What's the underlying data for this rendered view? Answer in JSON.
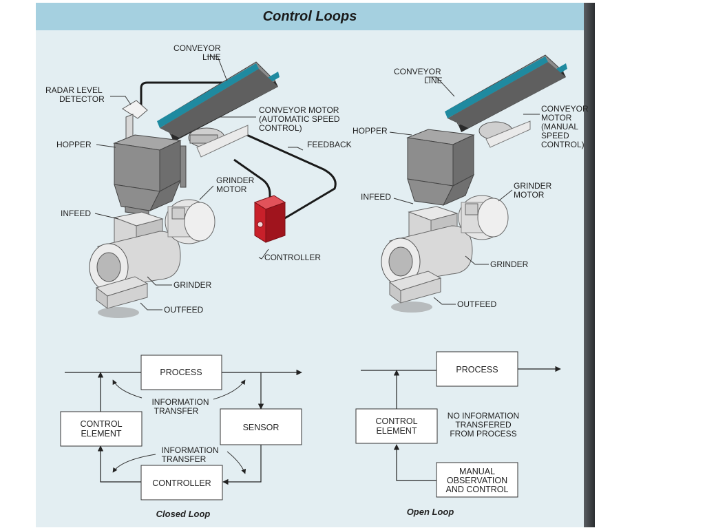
{
  "title": "Control Loops",
  "closed_loop_illustration": {
    "conveyor_line": [
      "CONVEYOR",
      "LINE"
    ],
    "radar_level_detector": [
      "RADAR LEVEL",
      "DETECTOR"
    ],
    "conveyor_motor": [
      "CONVEYOR MOTOR",
      "(AUTOMATIC SPEED",
      "CONTROL)"
    ],
    "feedback": "FEEDBACK",
    "hopper": "HOPPER",
    "grinder_motor": [
      "GRINDER",
      "MOTOR"
    ],
    "infeed": "INFEED",
    "controller": "CONTROLLER",
    "grinder": "GRINDER",
    "outfeed": "OUTFEED"
  },
  "open_loop_illustration": {
    "conveyor_line": [
      "CONVEYOR",
      "LINE"
    ],
    "conveyor_motor": [
      "CONVEYOR",
      "MOTOR",
      "(MANUAL",
      "SPEED",
      "CONTROL)"
    ],
    "hopper": "HOPPER",
    "infeed": "INFEED",
    "grinder_motor": [
      "GRINDER",
      "MOTOR"
    ],
    "grinder": "GRINDER",
    "outfeed": "OUTFEED"
  },
  "closed_loop_diagram": {
    "process": "PROCESS",
    "control_element": [
      "CONTROL",
      "ELEMENT"
    ],
    "sensor": "SENSOR",
    "controller": "CONTROLLER",
    "information_transfer_top": [
      "INFORMATION",
      "TRANSFER"
    ],
    "information_transfer_bottom": [
      "INFORMATION",
      "TRANSFER"
    ],
    "caption": "Closed Loop"
  },
  "open_loop_diagram": {
    "process": "PROCESS",
    "control_element": [
      "CONTROL",
      "ELEMENT"
    ],
    "no_info": [
      "NO INFORMATION",
      "TRANSFERED",
      "FROM PROCESS"
    ],
    "manual": [
      "MANUAL",
      "OBSERVATION",
      "AND CONTROL"
    ],
    "caption": "Open Loop"
  },
  "colors": {
    "page_background": "#e3eef2",
    "title_band": "#a5d0e0",
    "conveyor_belt": "#1f8aa0",
    "controller_box": "#c8202a",
    "feedback_wire": "#1a1a1a"
  }
}
